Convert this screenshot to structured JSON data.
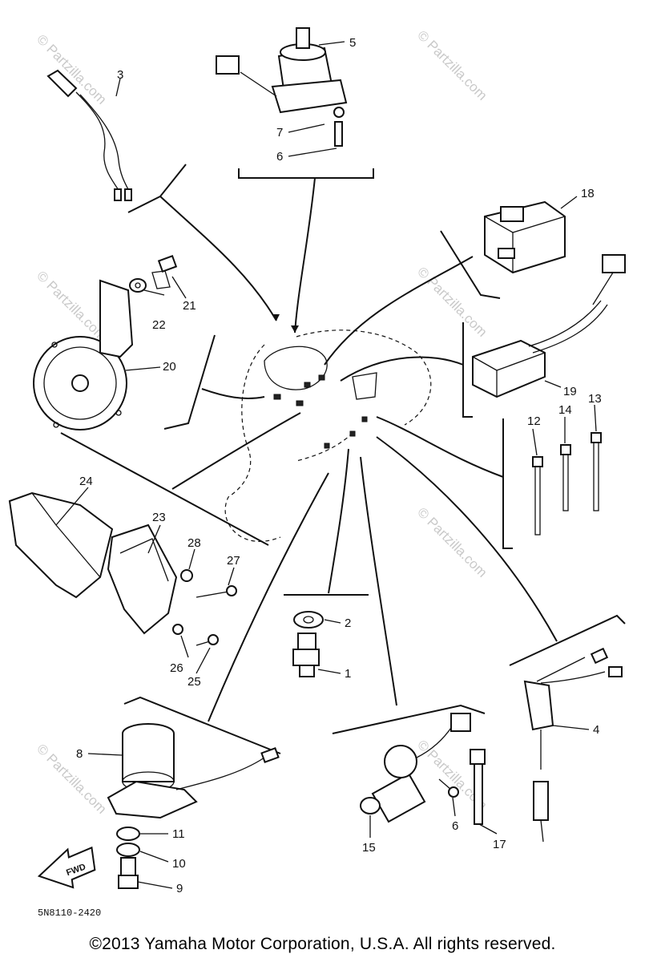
{
  "watermark": "© Partzilla.com",
  "callouts": {
    "c1": "1",
    "c2": "2",
    "c3": "3",
    "c4": "4",
    "c5": "5",
    "c6a": "6",
    "c6b": "6",
    "c7": "7",
    "c8": "8",
    "c9": "9",
    "c10": "10",
    "c11": "11",
    "c12": "12",
    "c13": "13",
    "c14": "14",
    "c15": "15",
    "c17": "17",
    "c18": "18",
    "c19": "19",
    "c20": "20",
    "c21": "21",
    "c22": "22",
    "c23": "23",
    "c24": "24",
    "c25": "25",
    "c26": "26",
    "c27": "27",
    "c28": "28"
  },
  "fwd_label": "FWD",
  "drawing_code": "5N8110-2420",
  "copyright": "©2013 Yamaha Motor Corporation, U.S.A. All rights reserved."
}
